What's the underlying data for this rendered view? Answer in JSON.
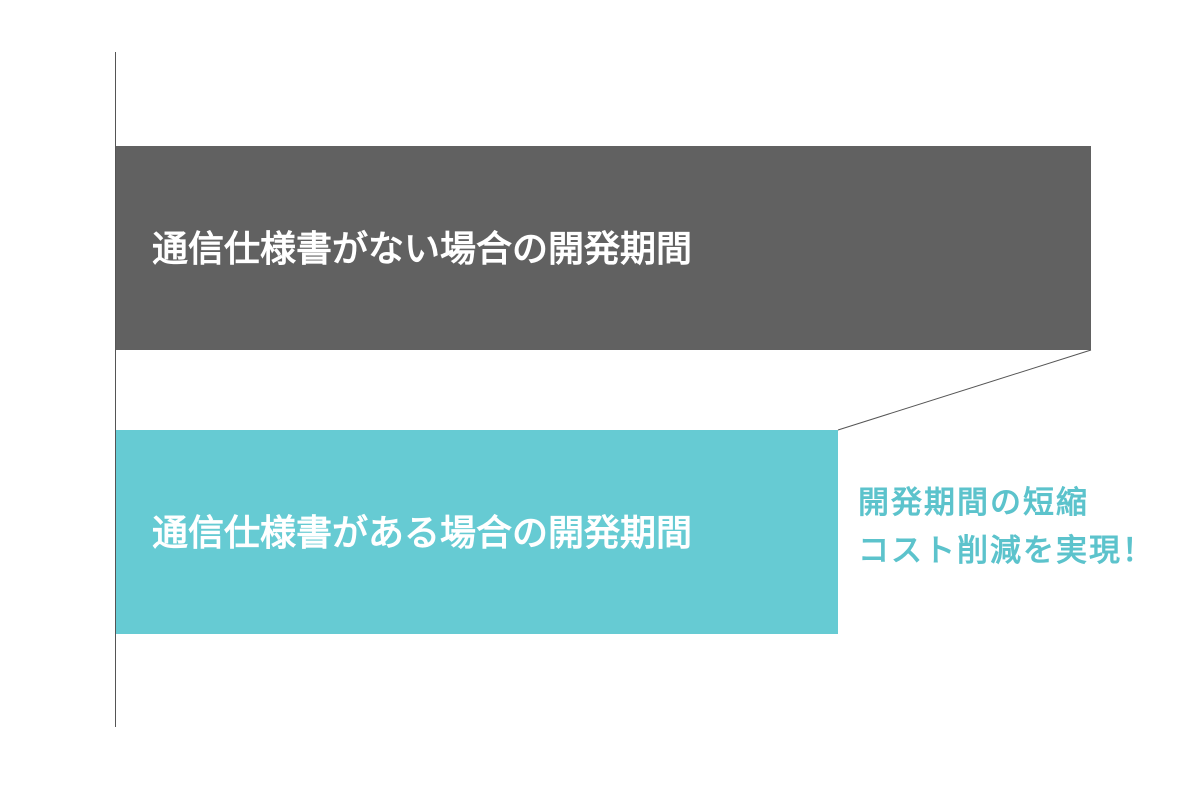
{
  "chart_data": {
    "type": "bar",
    "orientation": "horizontal",
    "categories": [
      "通信仕様書がない場合の開発期間",
      "通信仕様書がある場合の開発期間"
    ],
    "values": [
      100,
      74
    ],
    "colors": [
      "#616161",
      "#66cbd3"
    ],
    "title": "",
    "xlabel": "",
    "ylabel": "",
    "grid": false,
    "annotation": {
      "lines": [
        "開発期間の短縮",
        "コスト削減を実現！"
      ],
      "color": "#5cc3cc"
    }
  }
}
